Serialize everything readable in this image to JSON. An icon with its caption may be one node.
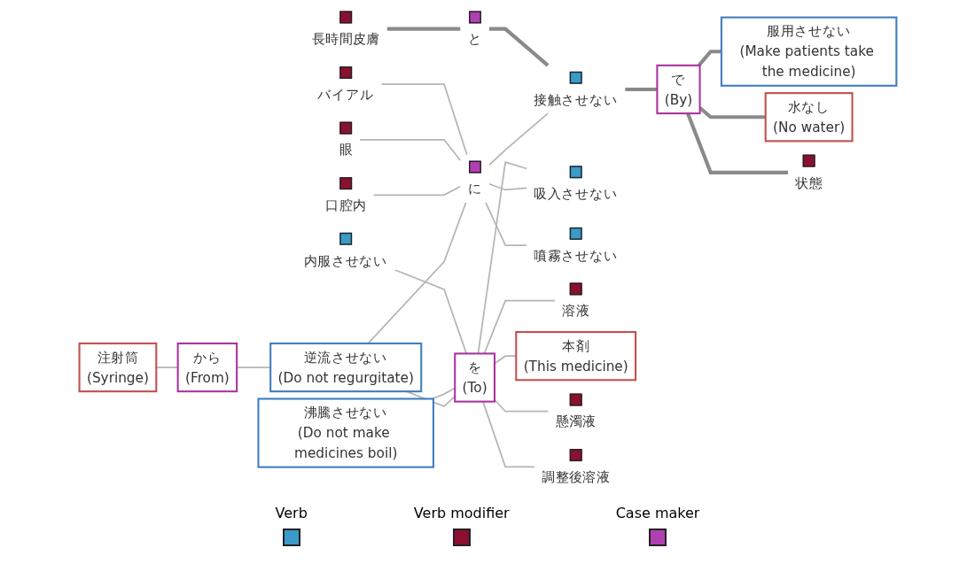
{
  "diagram": {
    "nodes": [
      {
        "text": [
          "注射筒",
          "(Syringe)"
        ]
      },
      {
        "text": [
          "から",
          "(From)"
        ]
      },
      {
        "text": [
          "逆流させない",
          "(Do not regurgitate)"
        ]
      },
      {
        "text": [],
        "shape": "box",
        "beside": [
          "口腔内"
        ]
      },
      {
        "text": [],
        "shape": "box",
        "beside": [
          "眼"
        ]
      },
      {
        "text": [],
        "shape": "box",
        "beside": [
          "バイアル"
        ]
      },
      {
        "text": [],
        "shape": "box",
        "beside": [
          "に"
        ]
      },
      {
        "text": [],
        "shape": "box",
        "beside": [
          "長時間皮膚"
        ]
      },
      {
        "text": [],
        "shape": "box",
        "beside": [
          "と"
        ]
      },
      {
        "text": [
          "服用させない",
          "(Make patients take the medicine)"
        ]
      },
      {
        "text": [
          "で",
          "(By)"
        ]
      },
      {
        "text": [
          "水なし",
          "(No water)"
        ]
      },
      {
        "text": [],
        "shape": "box",
        "beside": [
          "状態"
        ]
      },
      {
        "text": [],
        "shape": "box",
        "beside": [
          "接触させない"
        ]
      },
      {
        "text": [],
        "shape": "box",
        "beside": [
          "吸入させない"
        ]
      },
      {
        "text": [],
        "shape": "box",
        "beside": [
          "噴霧させない"
        ]
      },
      {
        "text": [
          "沸騰させない",
          "(Do not make medicines boil)"
        ]
      },
      {
        "text": [
          "を",
          "(To)"
        ]
      },
      {
        "text": [],
        "shape": "box",
        "beside": [
          "内服させない"
        ]
      },
      {
        "text": [],
        "shape": "box",
        "beside": [
          "溶液"
        ]
      },
      {
        "text": [
          "本剤",
          "(This medicine)"
        ]
      },
      {
        "text": [],
        "shape": "box",
        "beside": [
          "懸濁液"
        ]
      },
      {
        "text": [],
        "shape": "box",
        "beside": [
          "調整後溶液"
        ]
      }
    ],
    "edges": [
      {
        "from": 0,
        "to": 1,
        "arrow": "none"
      },
      {
        "from": 1,
        "to": 2,
        "arrow": "none"
      },
      {
        "from": 2,
        "to": 6,
        "arrow": "none"
      },
      {
        "from": 3,
        "to": 6,
        "arrow": "none"
      },
      {
        "from": 4,
        "to": 6,
        "arrow": "none"
      },
      {
        "from": 5,
        "to": 6,
        "arrow": "none"
      },
      {
        "from": 6,
        "to": 14,
        "arrow": "none"
      },
      {
        "from": 6,
        "to": 13,
        "arrow": "none"
      },
      {
        "from": 6,
        "to": 15,
        "arrow": "none"
      },
      {
        "from": 7,
        "to": 8,
        "arrow": "none",
        "style": "thick"
      },
      {
        "from": 8,
        "to": 13,
        "arrow": "none",
        "style": "thick"
      },
      {
        "from": 13,
        "to": 10,
        "arrow": "none",
        "style": "thick"
      },
      {
        "from": 10,
        "to": 9,
        "arrow": "none",
        "style": "thick"
      },
      {
        "from": 10,
        "to": 11,
        "arrow": "none",
        "style": "thick"
      },
      {
        "from": 10,
        "to": 12,
        "arrow": "none",
        "style": "thick"
      },
      {
        "from": 2,
        "to": 17,
        "arrow": "none"
      },
      {
        "from": 16,
        "to": 17,
        "arrow": "none"
      },
      {
        "from": 18,
        "to": 17,
        "arrow": "none"
      },
      {
        "from": 17,
        "to": 14,
        "arrow": "none"
      },
      {
        "from": 17,
        "to": 19,
        "arrow": "none"
      },
      {
        "from": 17,
        "to": 20,
        "arrow": "none"
      },
      {
        "from": 17,
        "to": 21,
        "arrow": "none"
      },
      {
        "from": 17,
        "to": 22,
        "arrow": "none"
      }
    ],
    "legend": [
      {
        "text": "Verb",
        "color": "#3a9ac8"
      },
      {
        "text": "Verb modifier",
        "color": "#8b1030"
      },
      {
        "text": "Case maker",
        "color": "#b040b0"
      }
    ]
  }
}
